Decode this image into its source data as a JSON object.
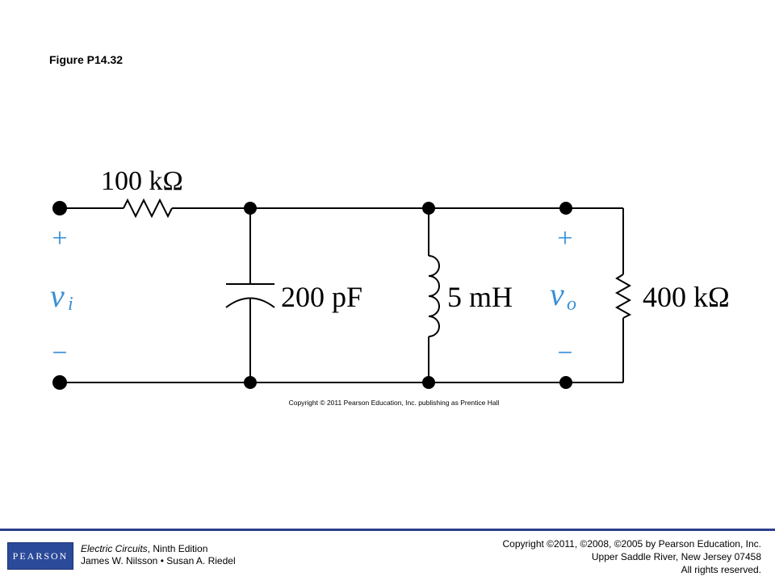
{
  "figure": {
    "title": "Figure P14.32"
  },
  "circuit": {
    "components": {
      "series_resistor": "100 kΩ",
      "capacitor": "200 pF",
      "inductor": "5 mH",
      "load_resistor": "400 kΩ"
    },
    "input": {
      "plus": "+",
      "minus": "−",
      "symbol": "v",
      "subscript": "i"
    },
    "output": {
      "plus": "+",
      "minus": "−",
      "symbol": "v",
      "subscript": "o"
    },
    "label_color": "#3a8fd6",
    "credit": "Copyright © 2011 Pearson Education, Inc. publishing as Prentice Hall"
  },
  "footer": {
    "logo_text": "PEARSON",
    "book_title": "Electric Circuits",
    "edition": ", Ninth Edition",
    "authors": "James W. Nilsson • Susan A. Riedel",
    "copyright_lines": [
      "Copyright ©2011, ©2008, ©2005 by Pearson Education, Inc.",
      "Upper Saddle River, New Jersey 07458",
      "All rights reserved."
    ]
  }
}
